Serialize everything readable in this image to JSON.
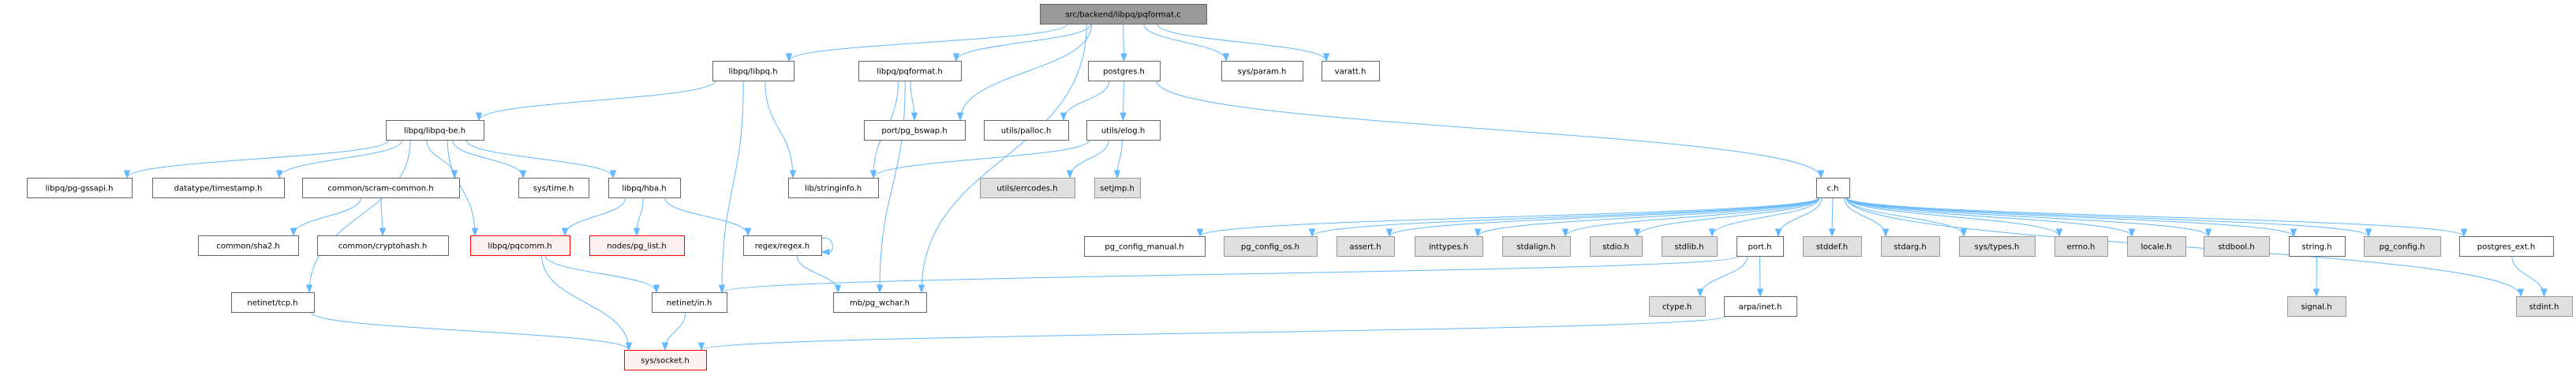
{
  "title": "src/backend/libpq/pqformat.c",
  "styles": {
    "root": {
      "fill": "#999999",
      "stroke": "#666666"
    },
    "normal": {
      "fill": "#ffffff",
      "stroke": "#666666"
    },
    "missing": {
      "fill": "#e0e0e0",
      "stroke": "#999999"
    },
    "red": {
      "fill": "#fff0f0",
      "stroke": "#ff0000"
    },
    "edge_color": "#63b8ff"
  },
  "nodes": [
    {
      "id": "root",
      "label": "src/backend/libpq/pqformat.c",
      "style": "root"
    },
    {
      "id": "libpq_h",
      "label": "libpq/libpq.h",
      "style": "normal"
    },
    {
      "id": "pqformat_h",
      "label": "libpq/pqformat.h",
      "style": "normal"
    },
    {
      "id": "postgres_h",
      "label": "postgres.h",
      "style": "normal"
    },
    {
      "id": "sys_param",
      "label": "sys/param.h",
      "style": "normal"
    },
    {
      "id": "varatt",
      "label": "varatt.h",
      "style": "normal"
    },
    {
      "id": "libpq_be",
      "label": "libpq/libpq-be.h",
      "style": "normal"
    },
    {
      "id": "pg_bswap",
      "label": "port/pg_bswap.h",
      "style": "normal"
    },
    {
      "id": "palloc",
      "label": "utils/palloc.h",
      "style": "normal"
    },
    {
      "id": "elog",
      "label": "utils/elog.h",
      "style": "normal"
    },
    {
      "id": "gssapi",
      "label": "libpq/pg-gssapi.h",
      "style": "normal"
    },
    {
      "id": "timestamp",
      "label": "datatype/timestamp.h",
      "style": "normal"
    },
    {
      "id": "scram",
      "label": "common/scram-common.h",
      "style": "normal"
    },
    {
      "id": "sys_time",
      "label": "sys/time.h",
      "style": "normal"
    },
    {
      "id": "hba",
      "label": "libpq/hba.h",
      "style": "normal"
    },
    {
      "id": "stringinfo",
      "label": "lib/stringinfo.h",
      "style": "normal"
    },
    {
      "id": "errcodes",
      "label": "utils/errcodes.h",
      "style": "missing"
    },
    {
      "id": "setjmp",
      "label": "setjmp.h",
      "style": "missing"
    },
    {
      "id": "c_h",
      "label": "c.h",
      "style": "normal"
    },
    {
      "id": "sha2",
      "label": "common/sha2.h",
      "style": "normal"
    },
    {
      "id": "cryptohash",
      "label": "common/cryptohash.h",
      "style": "normal"
    },
    {
      "id": "pqcomm",
      "label": "libpq/pqcomm.h",
      "style": "red"
    },
    {
      "id": "pg_list",
      "label": "nodes/pg_list.h",
      "style": "red"
    },
    {
      "id": "regex",
      "label": "regex/regex.h",
      "style": "normal"
    },
    {
      "id": "pg_config_manual",
      "label": "pg_config_manual.h",
      "style": "normal"
    },
    {
      "id": "pg_config_os",
      "label": "pg_config_os.h",
      "style": "missing"
    },
    {
      "id": "assert",
      "label": "assert.h",
      "style": "missing"
    },
    {
      "id": "inttypes",
      "label": "inttypes.h",
      "style": "missing"
    },
    {
      "id": "stdalign",
      "label": "stdalign.h",
      "style": "missing"
    },
    {
      "id": "stdio",
      "label": "stdio.h",
      "style": "missing"
    },
    {
      "id": "stdlib",
      "label": "stdlib.h",
      "style": "missing"
    },
    {
      "id": "port_h",
      "label": "port.h",
      "style": "normal"
    },
    {
      "id": "stddef",
      "label": "stddef.h",
      "style": "missing"
    },
    {
      "id": "stdarg",
      "label": "stdarg.h",
      "style": "missing"
    },
    {
      "id": "sys_types",
      "label": "sys/types.h",
      "style": "missing"
    },
    {
      "id": "errno",
      "label": "errno.h",
      "style": "missing"
    },
    {
      "id": "locale",
      "label": "locale.h",
      "style": "missing"
    },
    {
      "id": "stdbool",
      "label": "stdbool.h",
      "style": "missing"
    },
    {
      "id": "string_h",
      "label": "string.h",
      "style": "normal"
    },
    {
      "id": "pg_config",
      "label": "pg_config.h",
      "style": "missing"
    },
    {
      "id": "postgres_ext",
      "label": "postgres_ext.h",
      "style": "normal"
    },
    {
      "id": "netinet_tcp",
      "label": "netinet/tcp.h",
      "style": "normal"
    },
    {
      "id": "netinet_in",
      "label": "netinet/in.h",
      "style": "normal"
    },
    {
      "id": "pg_wchar",
      "label": "mb/pg_wchar.h",
      "style": "normal"
    },
    {
      "id": "ctype",
      "label": "ctype.h",
      "style": "missing"
    },
    {
      "id": "arpa_inet",
      "label": "arpa/inet.h",
      "style": "normal"
    },
    {
      "id": "signal",
      "label": "signal.h",
      "style": "missing"
    },
    {
      "id": "stdint",
      "label": "stdint.h",
      "style": "missing"
    },
    {
      "id": "sys_socket",
      "label": "sys/socket.h",
      "style": "red"
    }
  ],
  "edges": [
    [
      "root",
      "libpq_h"
    ],
    [
      "root",
      "pqformat_h"
    ],
    [
      "root",
      "pg_bswap"
    ],
    [
      "root",
      "postgres_h"
    ],
    [
      "root",
      "pg_wchar"
    ],
    [
      "root",
      "sys_param"
    ],
    [
      "root",
      "varatt"
    ],
    [
      "libpq_h",
      "libpq_be"
    ],
    [
      "libpq_h",
      "stringinfo"
    ],
    [
      "libpq_h",
      "netinet_in"
    ],
    [
      "pqformat_h",
      "pg_bswap"
    ],
    [
      "pqformat_h",
      "stringinfo"
    ],
    [
      "pqformat_h",
      "pg_wchar"
    ],
    [
      "postgres_h",
      "palloc"
    ],
    [
      "postgres_h",
      "elog"
    ],
    [
      "postgres_h",
      "c_h"
    ],
    [
      "libpq_be",
      "gssapi"
    ],
    [
      "libpq_be",
      "timestamp"
    ],
    [
      "libpq_be",
      "scram"
    ],
    [
      "libpq_be",
      "pqcomm"
    ],
    [
      "libpq_be",
      "sys_time"
    ],
    [
      "libpq_be",
      "hba"
    ],
    [
      "libpq_be",
      "netinet_tcp"
    ],
    [
      "elog",
      "stringinfo"
    ],
    [
      "elog",
      "errcodes"
    ],
    [
      "elog",
      "setjmp"
    ],
    [
      "scram",
      "sha2"
    ],
    [
      "scram",
      "cryptohash"
    ],
    [
      "hba",
      "pqcomm"
    ],
    [
      "hba",
      "pg_list"
    ],
    [
      "hba",
      "regex"
    ],
    [
      "regex",
      "regex"
    ],
    [
      "regex",
      "pg_wchar"
    ],
    [
      "pqcomm",
      "netinet_in"
    ],
    [
      "pqcomm",
      "sys_socket"
    ],
    [
      "netinet_tcp",
      "sys_socket"
    ],
    [
      "netinet_in",
      "sys_socket"
    ],
    [
      "c_h",
      "pg_config_manual"
    ],
    [
      "c_h",
      "pg_config_os"
    ],
    [
      "c_h",
      "assert"
    ],
    [
      "c_h",
      "inttypes"
    ],
    [
      "c_h",
      "stdalign"
    ],
    [
      "c_h",
      "stdio"
    ],
    [
      "c_h",
      "stdlib"
    ],
    [
      "c_h",
      "port_h"
    ],
    [
      "c_h",
      "stddef"
    ],
    [
      "c_h",
      "stdarg"
    ],
    [
      "c_h",
      "sys_types"
    ],
    [
      "c_h",
      "errno"
    ],
    [
      "c_h",
      "locale"
    ],
    [
      "c_h",
      "stdbool"
    ],
    [
      "c_h",
      "string_h"
    ],
    [
      "c_h",
      "pg_config"
    ],
    [
      "c_h",
      "postgres_ext"
    ],
    [
      "c_h",
      "stdint"
    ],
    [
      "port_h",
      "netinet_in"
    ],
    [
      "port_h",
      "ctype"
    ],
    [
      "port_h",
      "arpa_inet"
    ],
    [
      "arpa_inet",
      "sys_socket"
    ],
    [
      "string_h",
      "signal"
    ],
    [
      "postgres_ext",
      "stdint"
    ]
  ]
}
